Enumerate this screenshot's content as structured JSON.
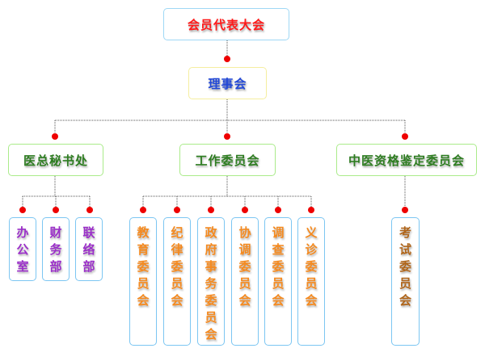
{
  "diagram": {
    "title": "会员代表大会",
    "nodes": [
      {
        "id": "assembly",
        "label": "会员代表大会",
        "level": 1,
        "parent": null,
        "color": "#ff1a1a"
      },
      {
        "id": "council",
        "label": "理事会",
        "level": 2,
        "parent": "assembly",
        "color": "#2147d6"
      },
      {
        "id": "secretariat",
        "label": "医总秘书处",
        "level": 3,
        "parent": "council",
        "color": "#2e7d21"
      },
      {
        "id": "work-committee",
        "label": "工作委员会",
        "level": 3,
        "parent": "council",
        "color": "#2e7d21"
      },
      {
        "id": "qualification-committee",
        "label": "中医资格鉴定委员会",
        "level": 3,
        "parent": "council",
        "color": "#2e7d21"
      },
      {
        "id": "office",
        "label": "办公室",
        "level": 4,
        "parent": "secretariat",
        "color": "#9b2fc9"
      },
      {
        "id": "finance",
        "label": "财务部",
        "level": 4,
        "parent": "secretariat",
        "color": "#9b2fc9"
      },
      {
        "id": "liaison",
        "label": "联络部",
        "level": 4,
        "parent": "secretariat",
        "color": "#9b2fc9"
      },
      {
        "id": "education",
        "label": "教育委员会",
        "level": 4,
        "parent": "work-committee",
        "color": "#f58a1f"
      },
      {
        "id": "discipline",
        "label": "纪律委员会",
        "level": 4,
        "parent": "work-committee",
        "color": "#f58a1f"
      },
      {
        "id": "government-affairs",
        "label": "政府事务委员会",
        "level": 4,
        "parent": "work-committee",
        "color": "#f58a1f"
      },
      {
        "id": "coordination",
        "label": "协调委员会",
        "level": 4,
        "parent": "work-committee",
        "color": "#f58a1f"
      },
      {
        "id": "investigation",
        "label": "调查委员会",
        "level": 4,
        "parent": "work-committee",
        "color": "#f58a1f"
      },
      {
        "id": "free-clinic",
        "label": "义诊委员会",
        "level": 4,
        "parent": "work-committee",
        "color": "#f58a1f"
      },
      {
        "id": "examination",
        "label": "考试委员会",
        "level": 4,
        "parent": "qualification-committee",
        "color": "#b0651a"
      }
    ],
    "connector_color": "#555555",
    "dot_color": "#ee0000"
  }
}
